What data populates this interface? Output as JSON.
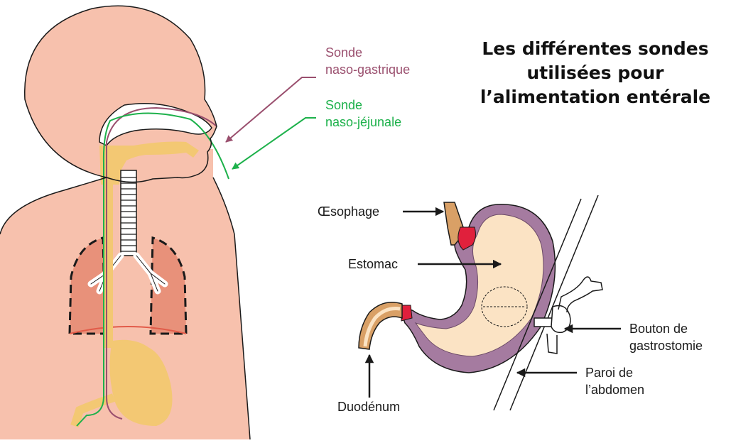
{
  "title": {
    "line1": "Les différentes sondes",
    "line2": "utilisées pour",
    "line3": "l’alimentation entérale"
  },
  "tubes": {
    "naso_gastric": {
      "line1": "Sonde",
      "line2": "naso-gastrique",
      "color": "#9a4f6e"
    },
    "naso_jejunal": {
      "line1": "Sonde",
      "line2": "naso-jéjunale",
      "color": "#1db14b"
    }
  },
  "stomach_labels": {
    "esophagus": "Œsophage",
    "stomach": "Estomac",
    "duodenum": "Duodénum",
    "button": {
      "line1": "Bouton de",
      "line2": "gastrostomie"
    },
    "wall": {
      "line1": "Paroi de",
      "line2": "l’abdomen"
    }
  },
  "colors": {
    "skin": "#f7c1ad",
    "skin_outline": "#1a1a1a",
    "lungs": "#e8917a",
    "stomach_fill": "#f3c873",
    "stomach_wall": "#a57ba0",
    "stomach_inner": "#fbe3c4",
    "sphincter": "#e0203c",
    "text": "#1a1a1a"
  }
}
